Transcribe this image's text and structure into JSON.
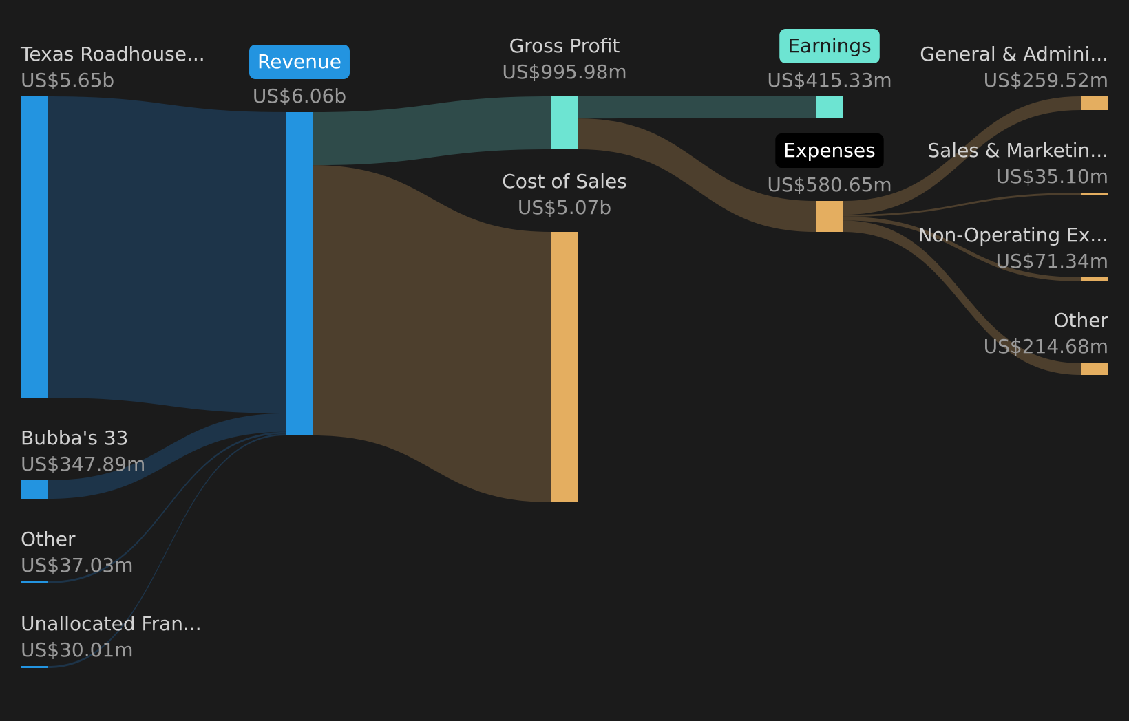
{
  "chart_data": {
    "type": "sankey",
    "currency_note": "values in US$",
    "colors": {
      "background": "#1b1b1b",
      "revenue": "#2394e0",
      "revenue_link": "#1d3449",
      "profit": "#6de4d2",
      "profit_link": "#2f4b4a",
      "expense": "#e4ae60",
      "expense_link": "#4d3f2d",
      "pill_dark": "#000000"
    },
    "nodes": [
      {
        "id": "texas",
        "name": "Texas Roadhouse...",
        "value_label": "US$5.65b",
        "value": 5650,
        "column": 0
      },
      {
        "id": "bubba",
        "name": "Bubba's 33",
        "value_label": "US$347.89m",
        "value": 347.89,
        "column": 0
      },
      {
        "id": "other_rev",
        "name": "Other",
        "value_label": "US$37.03m",
        "value": 37.03,
        "column": 0
      },
      {
        "id": "unalloc",
        "name": "Unallocated Fran...",
        "value_label": "US$30.01m",
        "value": 30.01,
        "column": 0
      },
      {
        "id": "revenue",
        "name": "Revenue",
        "value_label": "US$6.06b",
        "value": 6060,
        "column": 1
      },
      {
        "id": "gross",
        "name": "Gross Profit",
        "value_label": "US$995.98m",
        "value": 995.98,
        "column": 2
      },
      {
        "id": "cos",
        "name": "Cost of Sales",
        "value_label": "US$5.07b",
        "value": 5070,
        "column": 2
      },
      {
        "id": "earnings",
        "name": "Earnings",
        "value_label": "US$415.33m",
        "value": 415.33,
        "column": 3
      },
      {
        "id": "expenses",
        "name": "Expenses",
        "value_label": "US$580.65m",
        "value": 580.65,
        "column": 3
      },
      {
        "id": "ga",
        "name": "General & Admini...",
        "value_label": "US$259.52m",
        "value": 259.52,
        "column": 4
      },
      {
        "id": "sm",
        "name": "Sales & Marketin...",
        "value_label": "US$35.10m",
        "value": 35.1,
        "column": 4
      },
      {
        "id": "nonop",
        "name": "Non-Operating Ex...",
        "value_label": "US$71.34m",
        "value": 71.34,
        "column": 4
      },
      {
        "id": "other_exp",
        "name": "Other",
        "value_label": "US$214.68m",
        "value": 214.68,
        "column": 4
      }
    ],
    "links": [
      {
        "source": "texas",
        "target": "revenue",
        "value": 5650
      },
      {
        "source": "bubba",
        "target": "revenue",
        "value": 347.89
      },
      {
        "source": "other_rev",
        "target": "revenue",
        "value": 37.03
      },
      {
        "source": "unalloc",
        "target": "revenue",
        "value": 30.01
      },
      {
        "source": "revenue",
        "target": "gross",
        "value": 995.98
      },
      {
        "source": "revenue",
        "target": "cos",
        "value": 5070
      },
      {
        "source": "gross",
        "target": "earnings",
        "value": 415.33
      },
      {
        "source": "gross",
        "target": "expenses",
        "value": 580.65
      },
      {
        "source": "expenses",
        "target": "ga",
        "value": 259.52
      },
      {
        "source": "expenses",
        "target": "sm",
        "value": 35.1
      },
      {
        "source": "expenses",
        "target": "nonop",
        "value": 71.34
      },
      {
        "source": "expenses",
        "target": "other_exp",
        "value": 214.68
      }
    ]
  }
}
